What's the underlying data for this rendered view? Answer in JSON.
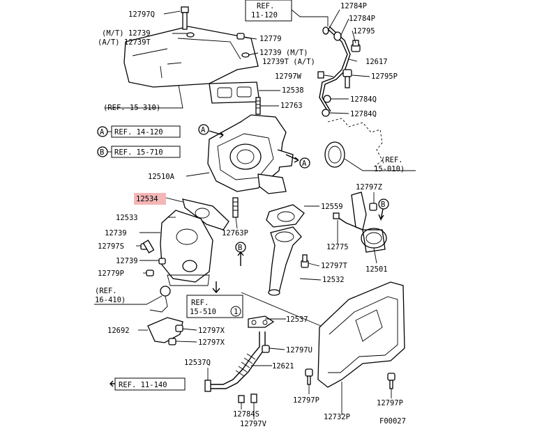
{
  "highlight_color": "#f4b6b6",
  "labels": {
    "p12797Q": "12797Q",
    "p12739_mt": "(M/T) 12739",
    "p12739T_at": "(A/T) 12739T",
    "p12779": "12779",
    "p12739_b": "12739 (M/T)",
    "p12739T_b": "12739T (A/T)",
    "p12538": "12538",
    "p12763": "12763",
    "ref15310": "(REF. 15-310)",
    "ref11120_a": "REF.",
    "ref11120_b": "11-120",
    "p12784P_a": "12784P",
    "p12784P_b": "12784P",
    "p12795": "12795",
    "p12617": "12617",
    "p12797W": "12797W",
    "p12795P": "12795P",
    "p12784Q_a": "12784Q",
    "p12784Q_b": "12784Q",
    "ref14120": "REF. 14-120",
    "ref15710": "REF. 15-710",
    "circleA": "A",
    "circleB": "B",
    "p12510A": "12510A",
    "ref15010_a": "(REF.",
    "ref15010_b": "15-010)",
    "p12797Z": "12797Z",
    "p12534": "12534",
    "p12559": "12559",
    "p12533": "12533",
    "p12763P": "12763P",
    "p12739_c": "12739",
    "p12797S": "12797S",
    "p12775": "12775",
    "p12501": "12501",
    "p12739_d": "12739",
    "p12797T": "12797T",
    "p12779P": "12779P",
    "p12532": "12532",
    "ref16410_a": "(REF.",
    "ref16410_b": "16-410)",
    "ref15510_a": "REF.",
    "ref15510_b": "15-510",
    "ref15510_c": "1",
    "p12537": "12537",
    "p12692": "12692",
    "p12797X_a": "12797X",
    "p12797X_b": "12797X",
    "p12797U": "12797U",
    "p12537Q": "12537Q",
    "p12621": "12621",
    "ref11140": "REF. 11-140",
    "p12797P_a": "12797P",
    "p12797P_b": "12797P",
    "p12784S": "12784S",
    "p12732P": "12732P",
    "p12797V": "12797V",
    "f00027": "F00027"
  }
}
